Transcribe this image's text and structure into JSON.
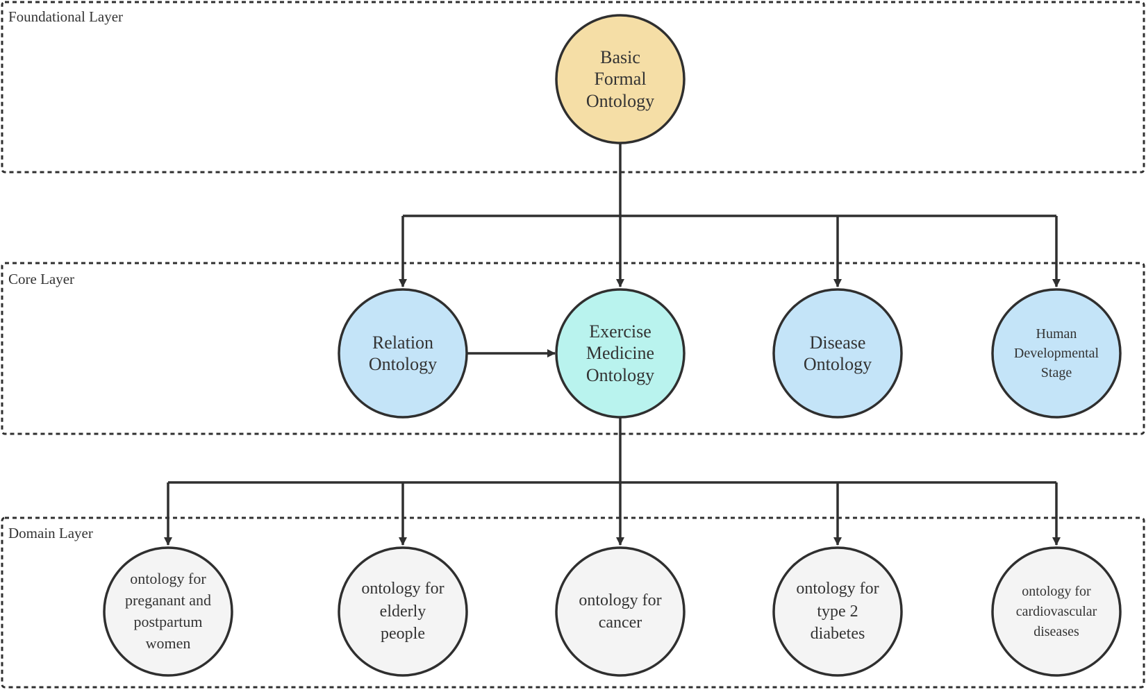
{
  "layers": {
    "foundational": "Foundational Layer",
    "core": "Core Layer",
    "domain": "Domain Layer"
  },
  "colors": {
    "foundational_node": "#f5dea6",
    "core_node": "#c4e4f8",
    "central_node": "#b9f3ee",
    "domain_node": "#f4f4f4",
    "stroke": "#2f2f2f"
  },
  "nodes": {
    "bfo": [
      "Basic",
      "Formal",
      "Ontology"
    ],
    "relation": [
      "Relation",
      "Ontology"
    ],
    "exercise": [
      "Exercise",
      "Medicine",
      "Ontology"
    ],
    "disease": [
      "Disease",
      "Ontology"
    ],
    "human": [
      "Human",
      "Developmental",
      "Stage"
    ],
    "pregnant": [
      "ontology for",
      "preganant and",
      "postpartum",
      "women"
    ],
    "elderly": [
      "ontology for",
      "elderly",
      "people"
    ],
    "cancer": [
      "ontology for",
      "cancer"
    ],
    "diabetes": [
      "ontology for",
      "type 2",
      "diabetes"
    ],
    "cardio": [
      "ontology for",
      "cardiovascular",
      "diseases"
    ]
  }
}
